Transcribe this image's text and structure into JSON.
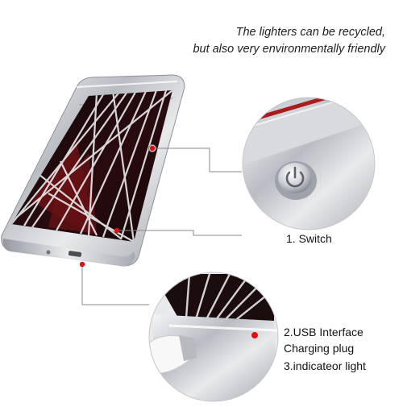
{
  "tagline": {
    "line1": "The lighters can be recycled,",
    "line2": "but also very environmentally friendly"
  },
  "labels": {
    "switch": "1. Switch",
    "usb_line1": "2.USB Interface",
    "usb_line2": "Charging plug",
    "light": "3.indicateor light"
  },
  "colors": {
    "face_dark": "#1a0a0c",
    "face_red": "#5a0e12",
    "chrome": "#c9ccd1",
    "indicator": "#e01010",
    "leader": "#8a8a8a"
  }
}
